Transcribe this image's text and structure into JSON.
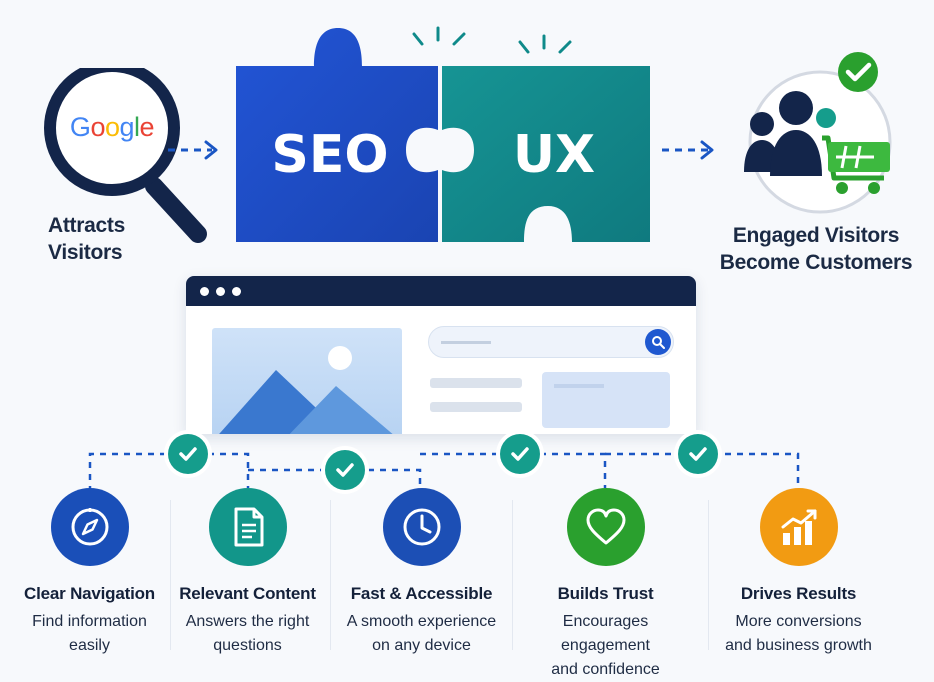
{
  "left": {
    "logo_text": "Google",
    "label_line1": "Attracts",
    "label_line2": "Visitors"
  },
  "puzzle": {
    "seo": "SEO",
    "ux": "UX"
  },
  "right": {
    "label_line1": "Engaged Visitors",
    "label_line2": "Become Customers"
  },
  "features": [
    {
      "icon": "compass-icon",
      "title": "Clear Navigation",
      "desc_line1": "Find information",
      "desc_line2": "easily",
      "color": "#1a4fb8"
    },
    {
      "icon": "document-icon",
      "title": "Relevant Content",
      "desc_line1": "Answers the right",
      "desc_line2": "questions",
      "color": "#12968a"
    },
    {
      "icon": "clock-icon",
      "title": "Fast & Accessible",
      "desc_line1": "A smooth experience",
      "desc_line2": "on any device",
      "color": "#1c4fb5"
    },
    {
      "icon": "heart-icon",
      "title": "Builds Trust",
      "desc_line1": "Encourages engagement",
      "desc_line2": "and confidence",
      "color": "#2aa02e"
    },
    {
      "icon": "growth-chart-icon",
      "title": "Drives Results",
      "desc_line1": "More conversions",
      "desc_line2": "and business growth",
      "color": "#f29b12"
    }
  ],
  "colors": {
    "seo_blue": "#1f4fc4",
    "ux_teal": "#128a8a",
    "check_teal": "#159d8c",
    "navy": "#13254a"
  }
}
